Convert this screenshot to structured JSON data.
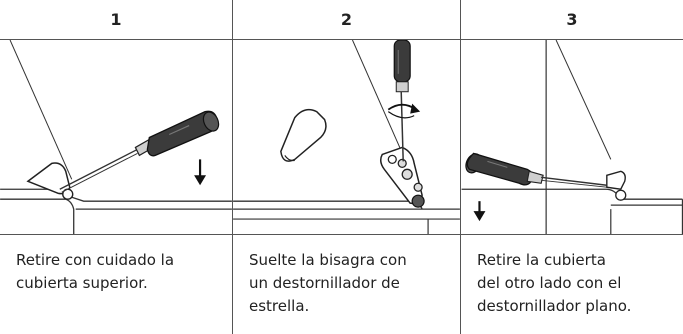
{
  "steps": [
    {
      "number": "1",
      "lines": [
        "Retire con cuidado la",
        "cubierta superior."
      ],
      "icons": [
        "screwdriver-icon",
        "arrow-down-icon",
        "cover-icon"
      ]
    },
    {
      "number": "2",
      "lines": [
        "Suelte la bisagra con",
        "un destornillador de",
        "estrella."
      ],
      "icons": [
        "screwdriver-icon",
        "rotate-arrow-icon",
        "hinge-icon",
        "cover-icon"
      ]
    },
    {
      "number": "3",
      "lines": [
        "Retire la cubierta",
        "del otro lado con el",
        "destornillador plano."
      ],
      "icons": [
        "screwdriver-icon",
        "arrow-down-icon",
        "cover-icon"
      ]
    }
  ]
}
